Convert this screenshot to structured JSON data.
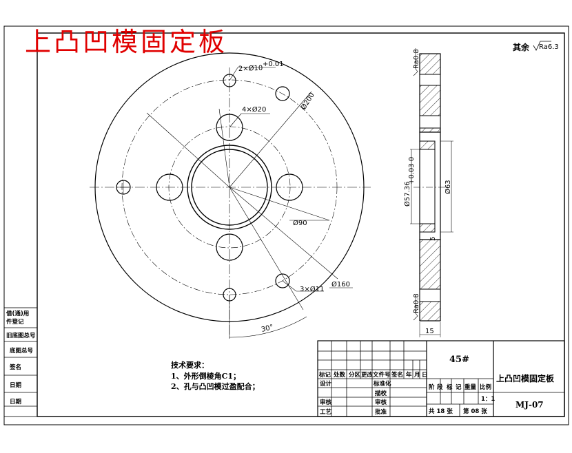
{
  "drawing": {
    "red_title": "上凸凹模固定板",
    "roughness_note": "其余",
    "roughness_value": "Ra6.3",
    "callouts": {
      "dowel_holes": "2×Ø10",
      "dowel_tol": "+0.01",
      "thread_holes": "4×Ø20",
      "bolt_circle_90": "Ø90",
      "bolt_circle_160": "Ø160",
      "outer_diameter": "Ø200",
      "small_holes": "3×Ø11",
      "angle": "30°"
    },
    "section_dims": {
      "inner_bore": "Ø57.36",
      "inner_bore_tol": "+0.03 0",
      "step_dia": "Ø63",
      "step_depth": "5",
      "thickness": "15",
      "ra_top": "Ra0.8",
      "ra_bottom": "Ra0.8"
    },
    "tech_requirements": {
      "heading": "技术要求：",
      "item1": "1、外形倒棱角C1；",
      "item2": "2、孔与凸凹模过盈配合；"
    },
    "left_panel": [
      "借(通)用",
      "件登记",
      "旧底图总号",
      "底图总号",
      "签名",
      "日期",
      "日期"
    ],
    "title_block": {
      "material": "45#",
      "part_name": "上凸凹模固定板",
      "drawing_no": "MJ-07",
      "scale": "1：1",
      "sheets": "共 18 张",
      "sheet_no": "第 08 张",
      "row_headers": [
        "标记",
        "处数",
        "分区",
        "更改文件号",
        "签名",
        "年",
        "月",
        "日"
      ],
      "stage_headers": [
        "阶",
        "段",
        "标",
        "记",
        "重量",
        "比例"
      ],
      "roles": [
        "设计",
        "标准化",
        "审核",
        "工艺",
        "批准"
      ],
      "roles_extra": [
        "描校",
        "审核"
      ]
    }
  }
}
